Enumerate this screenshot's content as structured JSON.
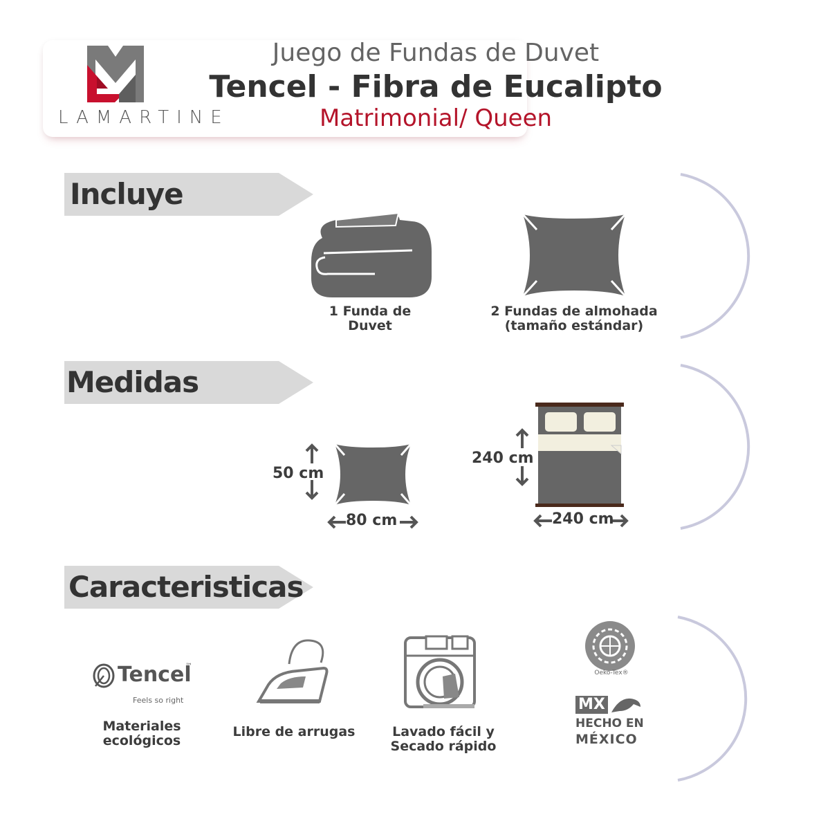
{
  "brand": {
    "name": "LAMARTINE",
    "colors": {
      "red": "#c8102e",
      "gray": "#707070"
    }
  },
  "header": {
    "line1": "Juego de Fundas de Duvet",
    "line2": "Tencel - Fibra de Eucalipto",
    "line3": "Matrimonial/ Queen"
  },
  "sections": {
    "includes": {
      "title": "Incluye",
      "items": [
        {
          "icon": "folded-duvet-icon",
          "label_l1": "1 Funda de",
          "label_l2": "Duvet"
        },
        {
          "icon": "pillow-icon",
          "label_l1": "2 Fundas de almohada",
          "label_l2": "(tamaño estándar)"
        }
      ]
    },
    "measures": {
      "title": "Medidas",
      "pillow": {
        "height": "50 cm",
        "width": "80 cm"
      },
      "bed": {
        "height": "240 cm",
        "width": "240 cm"
      }
    },
    "features": {
      "title": "Caracteristicas",
      "items": [
        {
          "icon": "tencel-logo-icon",
          "label_l1": "Materiales",
          "label_l2": "ecológicos"
        },
        {
          "icon": "iron-icon",
          "label_l1": "Libre de arrugas",
          "label_l2": ""
        },
        {
          "icon": "washing-machine-icon",
          "label_l1": "Lavado fácil y",
          "label_l2": "Secado rápido"
        }
      ],
      "tencel_logo": {
        "name": "Tencel",
        "tm": "™",
        "tagline": "Feels so right"
      },
      "oeko_tex": {
        "label": "Oeko-Tex®"
      },
      "made_in": {
        "badge": "MX",
        "line1": "HECHO EN",
        "line2": "MÉXICO"
      }
    }
  }
}
